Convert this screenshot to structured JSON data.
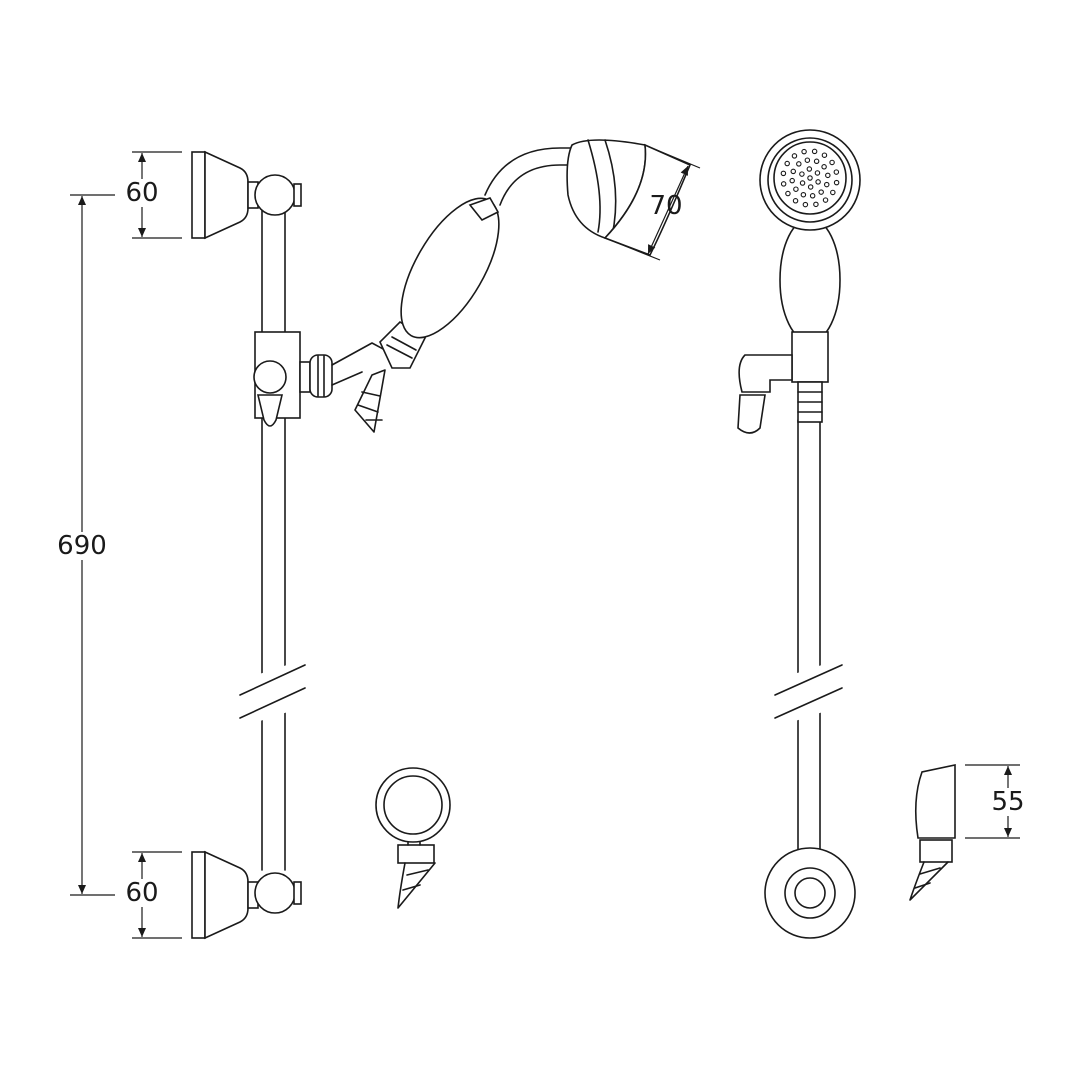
{
  "dimensions": {
    "top_bracket_height": "60",
    "rail_length": "690",
    "bottom_bracket_height": "60",
    "head_diameter": "70",
    "wall_holder_height": "55"
  },
  "colors": {
    "line": "#1a1a1a",
    "background": "#ffffff"
  }
}
